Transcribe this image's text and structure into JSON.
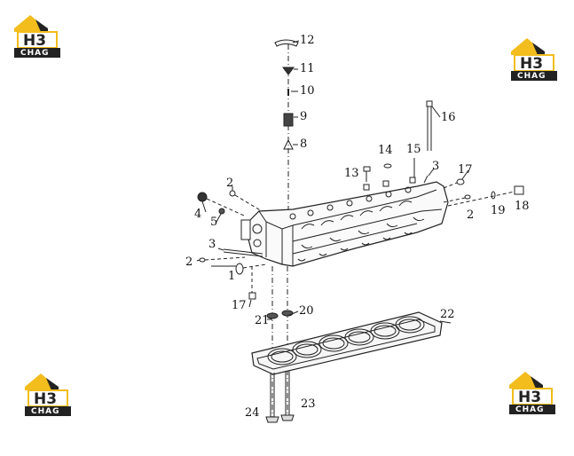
{
  "logo": {
    "mark": "H3",
    "caption": "CHAG"
  },
  "part_numbers": {
    "p1": "1",
    "p2a": "2",
    "p2b": "2",
    "p2c": "2",
    "p3a": "3",
    "p3b": "3",
    "p4": "4",
    "p5": "5",
    "p8": "8",
    "p9": "9",
    "p10": "10",
    "p11": "11",
    "p12": "12",
    "p13": "13",
    "p14": "14",
    "p15": "15",
    "p16": "16",
    "p17a": "17",
    "p17b": "17",
    "p18": "18",
    "p19": "19",
    "p20": "20",
    "p21": "21",
    "p22": "22",
    "p23": "23",
    "p24": "24"
  },
  "colors": {
    "logo_yellow": "#f2bd1d",
    "logo_dark": "#222222",
    "ink": "#222222"
  }
}
